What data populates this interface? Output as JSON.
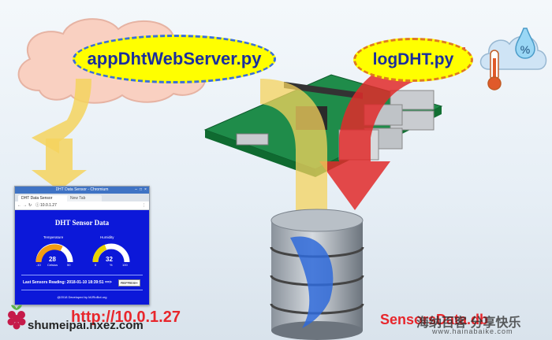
{
  "labels": {
    "web_server": "appDhtWebServer.py",
    "logger": "logDHT.py",
    "db_name": "SensorsData.db",
    "url_overlay": "http://10.0.1.27",
    "weather_icon_symbol": "%"
  },
  "browser": {
    "window_title": "DHT Data Sensor - Chromium",
    "tabs": [
      "DHT Data Sensor",
      "New Tab"
    ],
    "url": "10.0.1.27",
    "page": {
      "heading": "DHT Sensor Data",
      "temperature_label": "Temperature",
      "humidity_label": "Humidity",
      "temperature_value": "28",
      "humidity_value": "32",
      "temperature_unit": "Celsius",
      "humidity_unit": "%",
      "temperature_min": "-10",
      "temperature_max": "50",
      "humidity_min": "0",
      "humidity_max": "100",
      "last_reading": "Last Sensors Reading: 2018-01-10 18:39:51 ==>",
      "refresh_button": "REFRESH",
      "footer": "@2018 Developed by MJRoBot.org"
    }
  },
  "watermark": {
    "left": "shumeipai.nxez.com",
    "right_cn": "海纳百客 分享快乐",
    "right_url": "www.hainabaike.com"
  },
  "colors": {
    "page_bg": "#0c18d9",
    "pill_label": "#ffff00",
    "arrow_yellow": "#f4d35e",
    "arrow_red": "#e12a2a",
    "cloud": "#f9d0c1",
    "gauge_temp": "#f39c12",
    "gauge_hum": "#e8d300"
  }
}
